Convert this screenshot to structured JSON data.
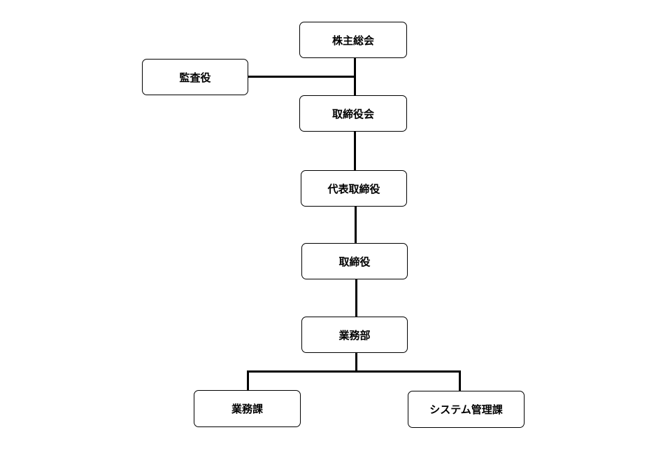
{
  "org_chart": {
    "shareholders_meeting": "株主総会",
    "auditor": "監査役",
    "board_of_directors": "取締役会",
    "representative_director": "代表取締役",
    "director": "取締役",
    "business_department": "業務部",
    "business_section": "業務課",
    "system_management_section": "システム管理課"
  },
  "colors": {
    "line": "#000000",
    "box_border": "#000000",
    "box_fill": "#ffffff",
    "text": "#000000"
  }
}
